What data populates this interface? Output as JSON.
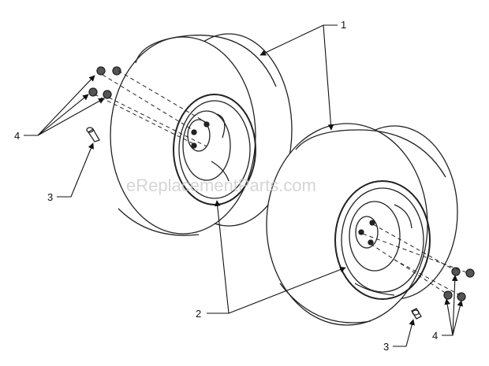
{
  "diagram": {
    "callouts": [
      {
        "id": "1",
        "label": "1"
      },
      {
        "id": "2",
        "label": "2"
      },
      {
        "id": "3a",
        "label": "3"
      },
      {
        "id": "3b",
        "label": "3"
      },
      {
        "id": "4a",
        "label": "4"
      },
      {
        "id": "4b",
        "label": "4"
      }
    ],
    "watermark": "eReplacementParts.com"
  }
}
